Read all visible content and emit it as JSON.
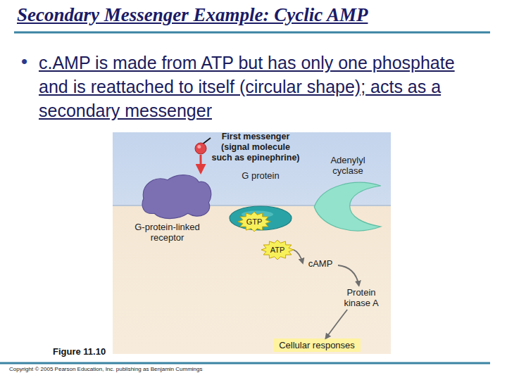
{
  "diagram": {
    "title": "Secondary Messenger Example: Cyclic AMP",
    "nodes": [
      {
        "text": [
          "First messenger (signal molecule such as epinephrine)"
        ]
      },
      {
        "text": [
          "Adenylyl cyclase"
        ]
      },
      {
        "text": [
          "G protein"
        ]
      },
      {
        "text": [
          "G-protein-linked receptor"
        ]
      },
      {
        "text": [
          "GTP"
        ]
      },
      {
        "text": [
          "ATP"
        ]
      },
      {
        "text": [
          "cAMP"
        ]
      },
      {
        "text": [
          "Protein kinase A"
        ]
      },
      {
        "text": [
          "Cellular responses"
        ]
      }
    ],
    "edges": [
      {
        "from": 0,
        "to": 3,
        "arrow": "to"
      },
      {
        "from": 5,
        "to": 6,
        "arrow": "to"
      },
      {
        "from": 6,
        "to": 7,
        "arrow": "to"
      },
      {
        "from": 7,
        "to": 8,
        "arrow": "to"
      }
    ],
    "labels": [
      "•",
      "c.AMP is made from ATP but has only one phosphate and is reattached to itself (circular shape); acts as a secondary messenger",
      "Figure 11.10",
      "Copyright © 2005 Pearson Education, Inc. publishing as Benjamin Cummings"
    ]
  }
}
